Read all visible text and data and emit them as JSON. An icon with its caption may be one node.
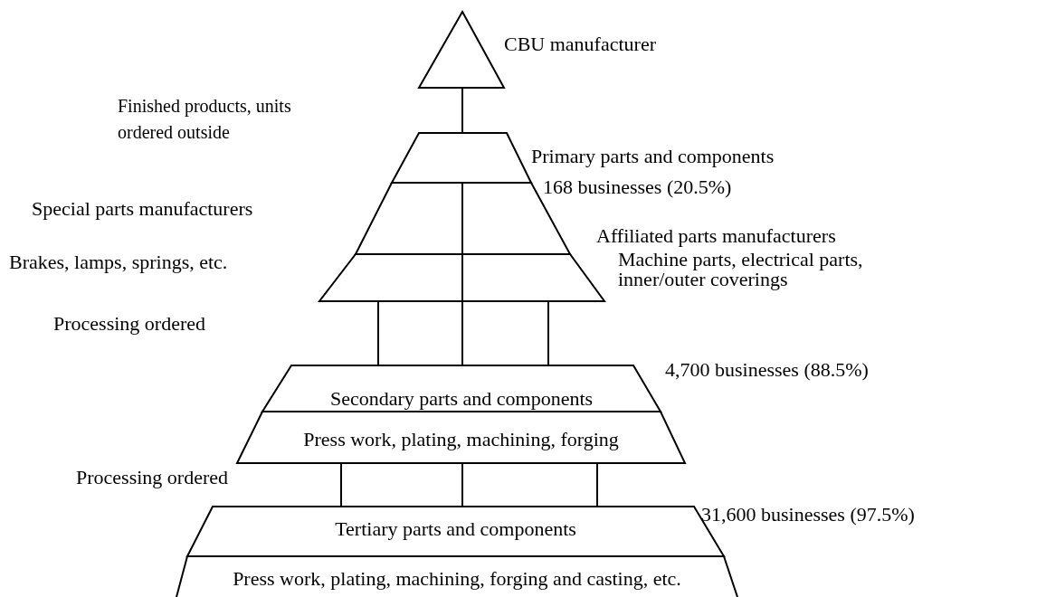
{
  "diagram": {
    "nodes": [
      {
        "text": [],
        "shape": "triangle",
        "beside": [
          "CBU manufacturer"
        ]
      },
      {
        "text": [],
        "shape": "trapezoid"
      },
      {
        "text": [],
        "shape": "trapezoid"
      },
      {
        "text": [],
        "shape": "trapezoid"
      },
      {
        "text": [
          "Secondary parts and components"
        ]
      },
      {
        "text": [
          "Press work, plating, machining, forging"
        ]
      },
      {
        "text": [
          "Tertiary parts and components"
        ]
      },
      {
        "text": [
          "Press work, plating, machining, forging and casting, etc."
        ]
      }
    ],
    "edges": [
      {
        "from": 1,
        "to": 0,
        "arrow": "none"
      },
      {
        "from": 3,
        "to": 4,
        "arrow": "none"
      },
      {
        "from": 3,
        "to": 4,
        "arrow": "none"
      },
      {
        "from": 3,
        "to": 4,
        "arrow": "none"
      },
      {
        "from": 5,
        "to": 6,
        "arrow": "none"
      },
      {
        "from": 5,
        "to": 6,
        "arrow": "none"
      },
      {
        "from": 5,
        "to": 6,
        "arrow": "none"
      }
    ],
    "labels": [
      "Finished products, units ordered outside",
      "Primary parts and components",
      "168 businesses (20.5%)",
      "Special parts manufacturers",
      "Affiliated parts manufacturers",
      "Brakes, lamps, springs, etc.",
      "Machine parts, electrical parts, inner/outer coverings",
      "Processing ordered",
      "4,700 businesses (88.5%)",
      "Processing ordered",
      "31,600 businesses (97.5%)"
    ]
  }
}
